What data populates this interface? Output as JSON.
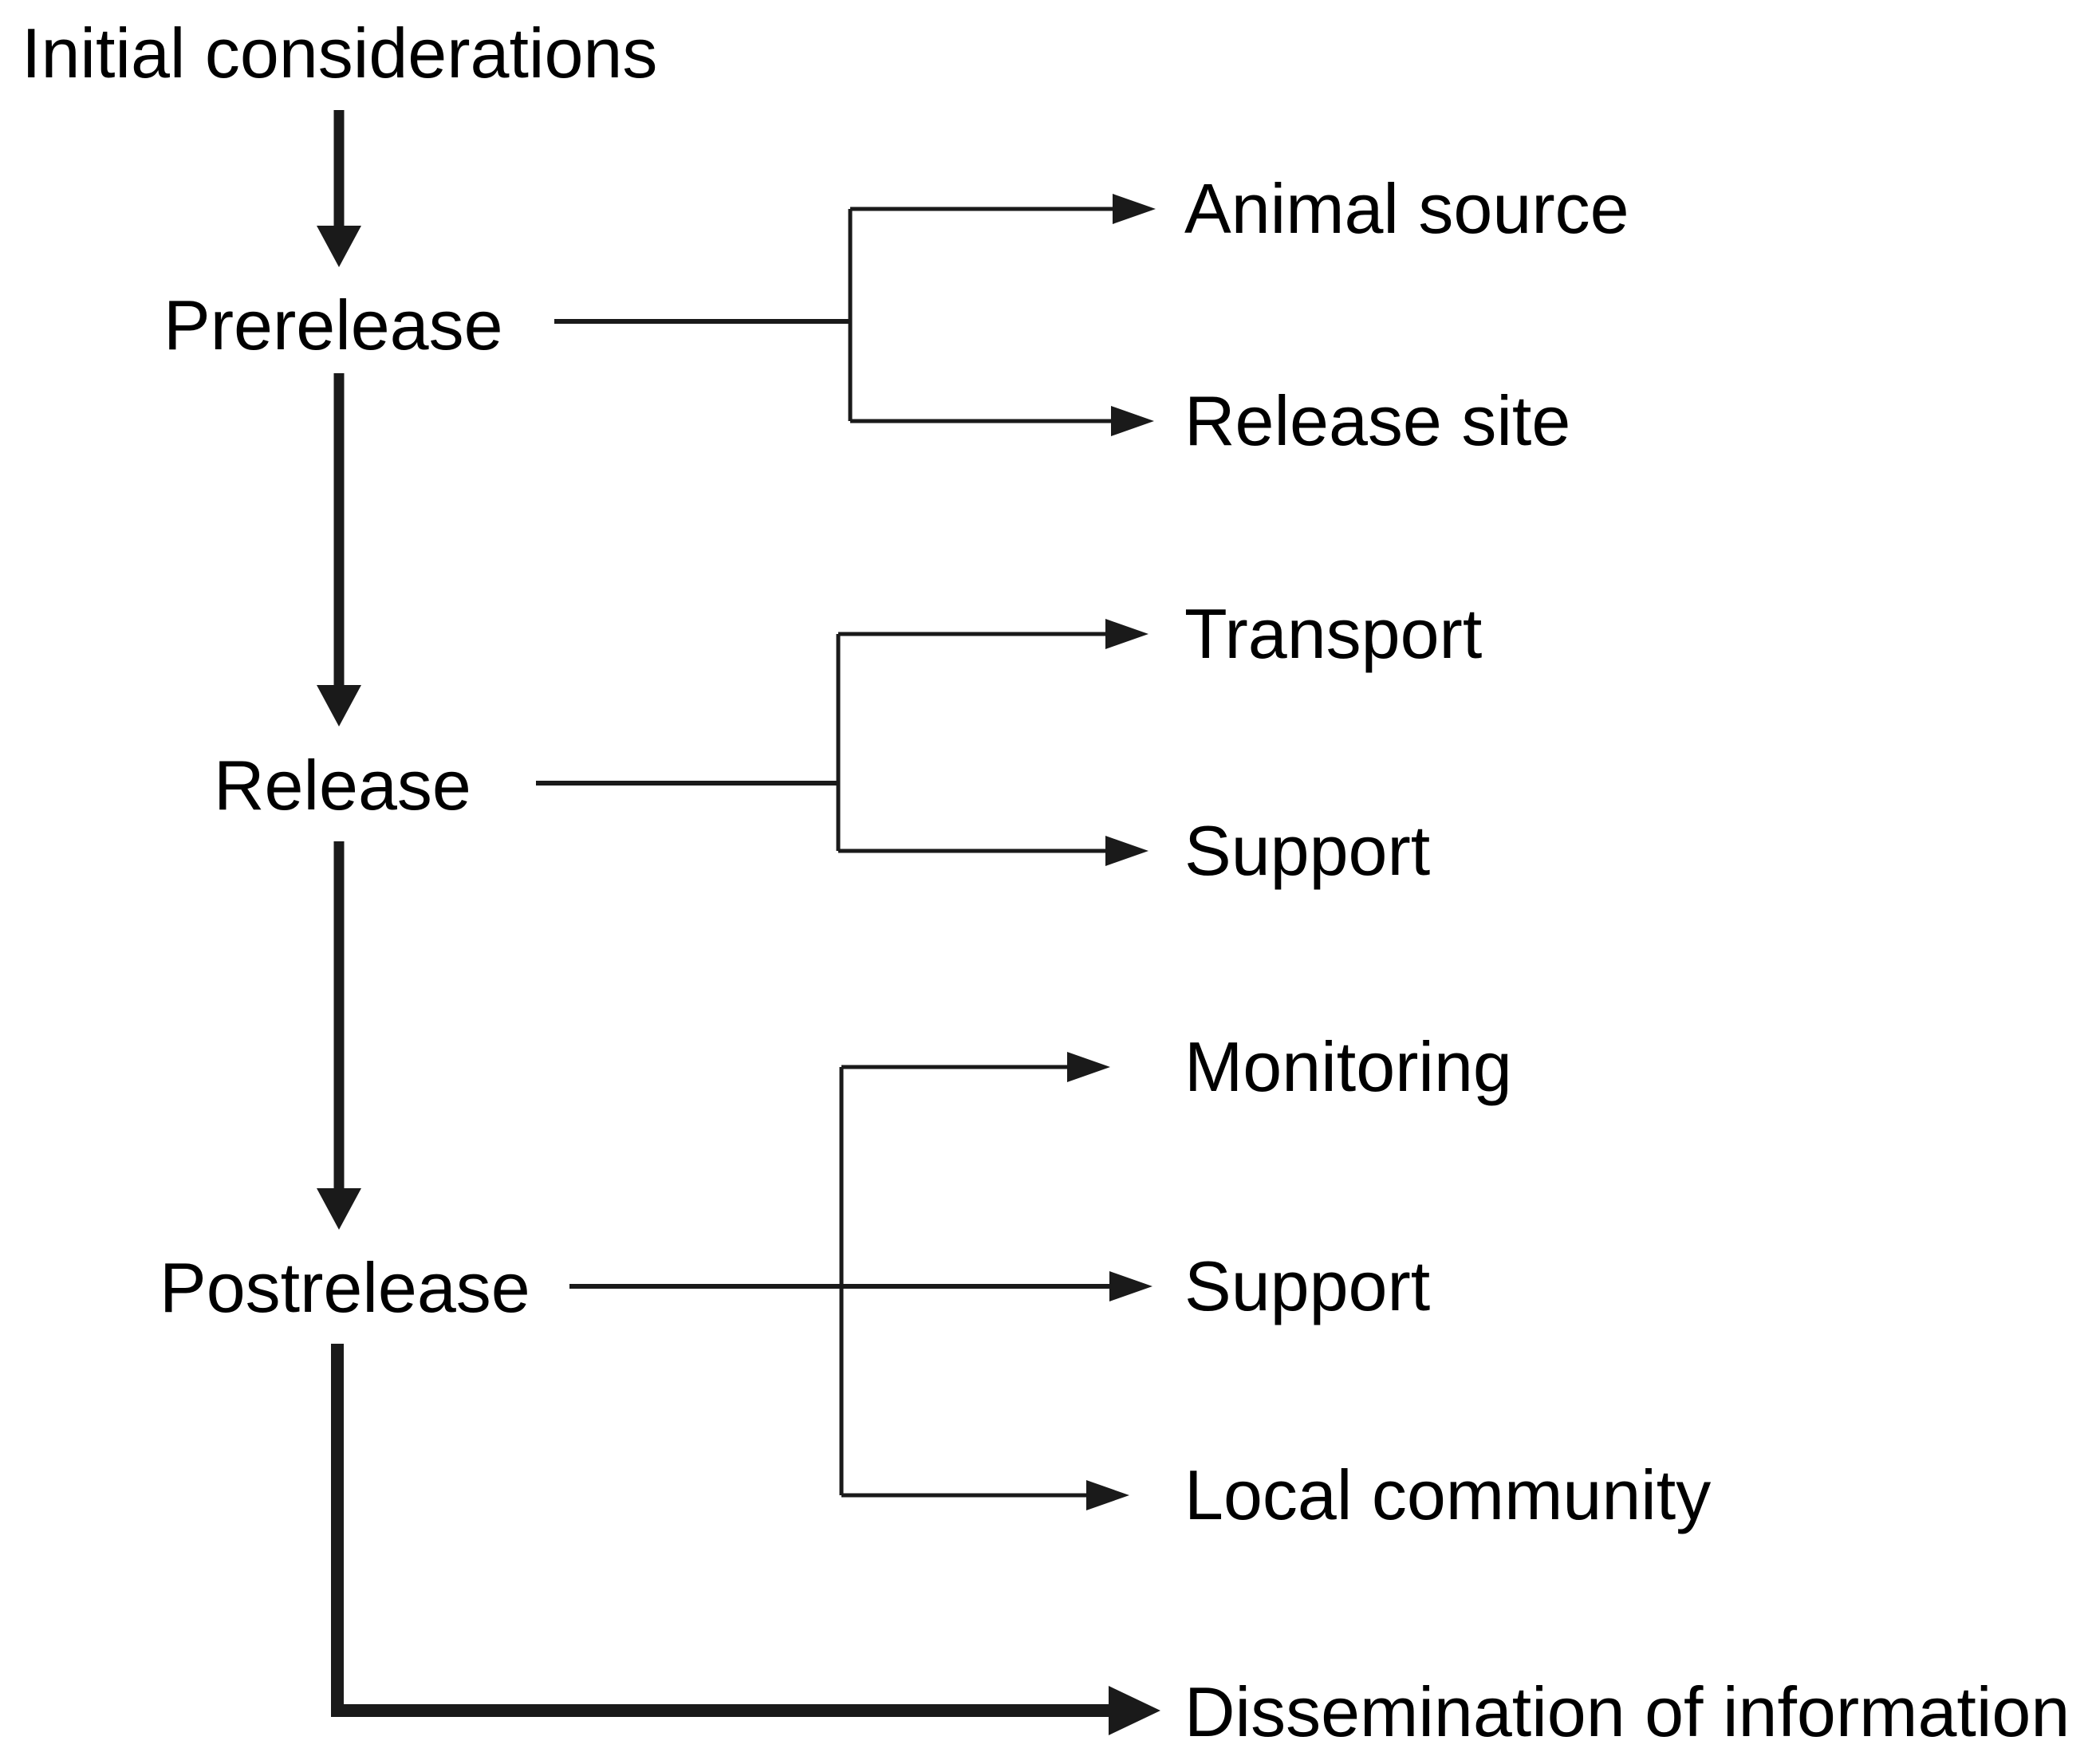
{
  "colors": {
    "line": "#1a1a1a",
    "text": "#000000",
    "background": "#ffffff"
  },
  "diagram": {
    "type": "flowchart",
    "stages": [
      {
        "id": "initial",
        "label": "Initial considerations",
        "children": []
      },
      {
        "id": "prerelease",
        "label": "Prerelease",
        "children": [
          {
            "label": "Animal source"
          },
          {
            "label": "Release site"
          }
        ]
      },
      {
        "id": "release",
        "label": "Release",
        "children": [
          {
            "label": "Transport"
          },
          {
            "label": "Support"
          }
        ]
      },
      {
        "id": "postrelease",
        "label": "Postrelease",
        "children": [
          {
            "label": "Monitoring"
          },
          {
            "label": "Support"
          },
          {
            "label": "Local community"
          }
        ]
      },
      {
        "id": "dissemination",
        "label": "Dissemination of information",
        "children": []
      }
    ]
  }
}
